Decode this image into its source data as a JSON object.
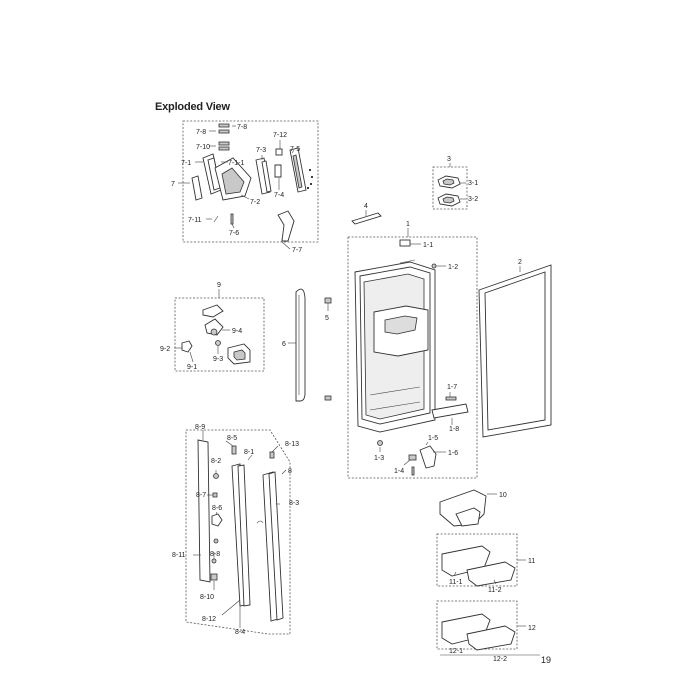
{
  "title": "Exploded View",
  "page_number": "19",
  "callouts": {
    "c1": "1",
    "c1_1": "1-1",
    "c1_2": "1-2",
    "c1_3": "1-3",
    "c1_4": "1-4",
    "c1_5": "1-5",
    "c1_6": "1-6",
    "c1_7": "1-7",
    "c1_8": "1-8",
    "c2": "2",
    "c3": "3",
    "c3_1": "3-1",
    "c3_2": "3-2",
    "c4": "4",
    "c5": "5",
    "c6": "6",
    "c7": "7",
    "c7_1": "7-1",
    "c7_1_1": "7-1-1",
    "c7_2": "7-2",
    "c7_3": "7-3",
    "c7_4": "7-4",
    "c7_5": "7-5",
    "c7_6": "7-6",
    "c7_7": "7-7",
    "c7_8a": "7-8",
    "c7_8b": "7-8",
    "c7_10": "7-10",
    "c7_11": "7-11",
    "c7_12": "7-12",
    "c8": "8",
    "c8_1": "8-1",
    "c8_2": "8-2",
    "c8_3": "8-3",
    "c8_4": "8-4",
    "c8_5": "8-5",
    "c8_6": "8-6",
    "c8_7": "8-7",
    "c8_8": "8-8",
    "c8_9": "8-9",
    "c8_10": "8-10",
    "c8_11": "8-11",
    "c8_12": "8-12",
    "c8_13": "8-13",
    "c9": "9",
    "c9_1": "9-1",
    "c9_2": "9-2",
    "c9_3": "9-3",
    "c9_4": "9-4",
    "c10": "10",
    "c11": "11",
    "c11_1": "11-1",
    "c11_2": "11-2",
    "c12": "12",
    "c12_1": "12-1",
    "c12_2": "12-2"
  }
}
